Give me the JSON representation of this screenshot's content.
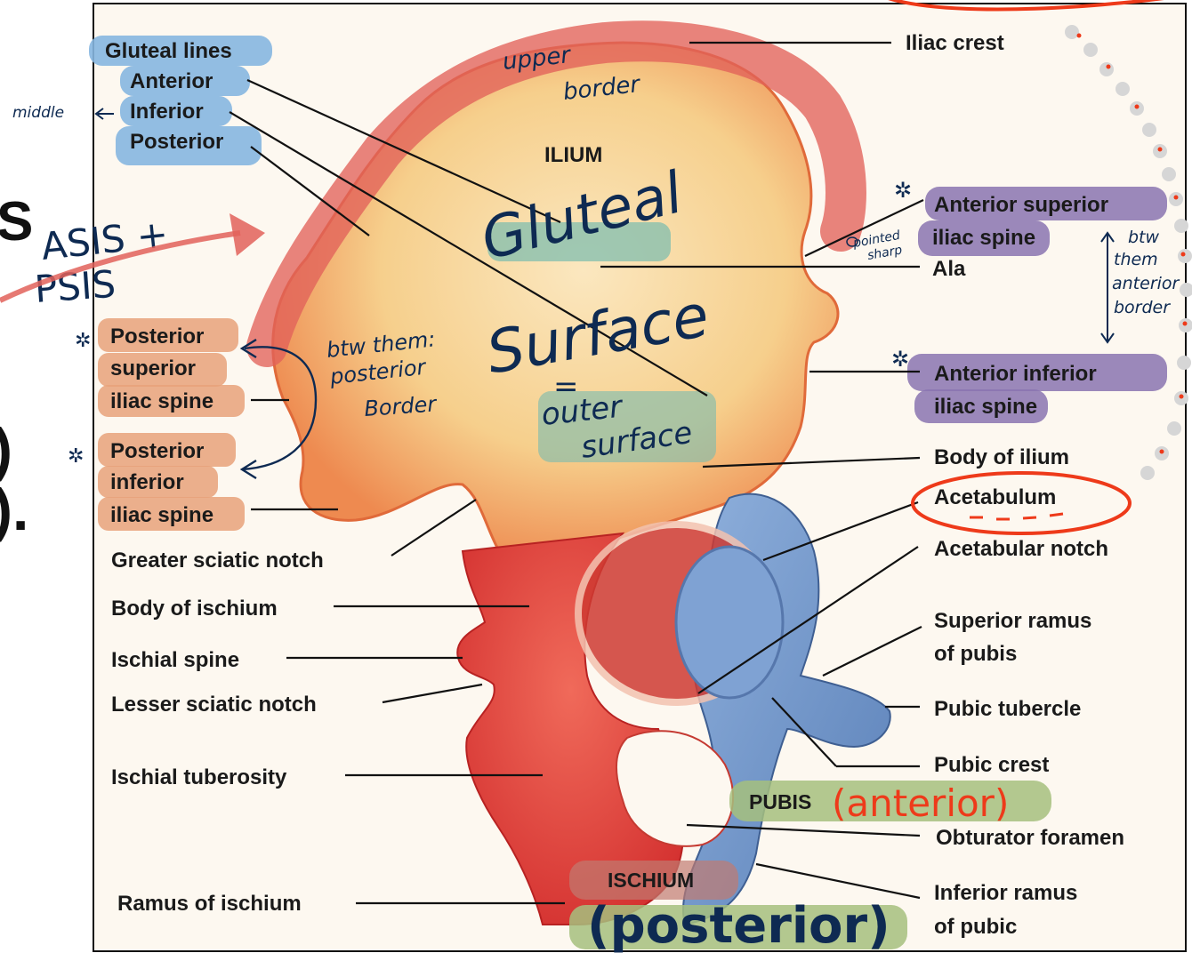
{
  "figure": {
    "left_labels": {
      "gluteal_lines": "Gluteal lines",
      "anterior": "Anterior",
      "inferior": "Inferior",
      "posterior": "Posterior",
      "psis": [
        "Posterior",
        "superior",
        "iliac spine"
      ],
      "piis": [
        "Posterior",
        "inferior",
        "iliac spine"
      ],
      "greater_sciatic_notch": "Greater sciatic notch",
      "body_of_ischium": "Body of ischium",
      "ischial_spine": "Ischial spine",
      "lesser_sciatic_notch": "Lesser sciatic notch",
      "ischial_tuberosity": "Ischial tuberosity",
      "ramus_of_ischium": "Ramus of ischium"
    },
    "right_labels": {
      "iliac_crest": "Iliac crest",
      "asis": [
        "Anterior superior",
        "iliac spine"
      ],
      "ala": "Ala",
      "aiis": [
        "Anterior inferior",
        "iliac spine"
      ],
      "body_of_ilium": "Body of ilium",
      "acetabulum": "Acetabulum",
      "acetabular_notch": "Acetabular notch",
      "superior_ramus": [
        "Superior ramus",
        "of pubis"
      ],
      "pubic_tubercle": "Pubic tubercle",
      "pubic_crest": "Pubic crest",
      "obturator_foramen": "Obturator foramen",
      "inferior_ramus": [
        "Inferior ramus",
        "of pubic"
      ]
    },
    "region_labels": {
      "ilium": "ILIUM",
      "pubis": "PUBIS",
      "ischium": "ISCHIUM"
    }
  },
  "annotations": {
    "middle": "middle",
    "upper_border": [
      "upper",
      "border"
    ],
    "asis_psis": [
      "ASIS +",
      "PSIS"
    ],
    "gluteal": "Gluteal",
    "surface": "Surface",
    "equals": "=",
    "outer_surface": [
      "outer",
      "surface"
    ],
    "between_posterior": [
      "btw them:",
      "posterior",
      "Border"
    ],
    "pointed_sharp": [
      "pointed",
      "sharp"
    ],
    "between_anterior": [
      "btw",
      "them",
      "anterior",
      "border"
    ],
    "anterior_tag": "(anterior)",
    "posterior_tag": "(posterior)"
  },
  "colors": {
    "ilium": "#f6d08e",
    "ischium": "#e8403a",
    "pubis": "#6f93c8",
    "highlight_blue": "#86b6e0",
    "highlight_orange": "#e8a27a",
    "highlight_purple": "#8a74b0",
    "highlight_teal": "#7cbcae",
    "highlight_green": "#a6bf7e",
    "ink_navy": "#0e2a52",
    "ink_red": "#ee3a1a"
  },
  "cropped_edge_text": [
    "S",
    ")",
    ")."
  ]
}
